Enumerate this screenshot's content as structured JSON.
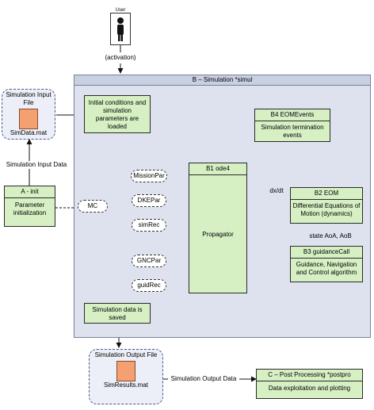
{
  "user": {
    "label": "User",
    "activation": "(activation)"
  },
  "simulation": {
    "title": "B – Simulation *simul"
  },
  "input_file": {
    "title": "Simulation Input File",
    "filename": "SimData.mat"
  },
  "input_data_label": "Simulation Input Data",
  "init_box": {
    "title": "A - init",
    "body": "Parameter initialization"
  },
  "loaded_box": {
    "text": "Initial conditions and simulation parameters are loaded"
  },
  "b4": {
    "title": "B4 EOMEvents",
    "body": "Simulation termination events"
  },
  "b1": {
    "title": "B1 ode4",
    "body": "Propagator"
  },
  "b2": {
    "title": "B2 EOM",
    "body": "Differential Equations of Motion (dynamics)"
  },
  "b3": {
    "title": "B3 guidanceCall",
    "body": "Guidance, Navigation and Control algorithm"
  },
  "edge_labels": {
    "dxdt": "dx/dt",
    "state": "state AoA, AoB"
  },
  "params": {
    "mission": "MissionPar",
    "dke": "DKEPar",
    "mc": "MC",
    "simrec": "simRec",
    "gnc": "GNCPar",
    "guidrec": "guidRec"
  },
  "saved_box": {
    "text": "Simulation data is saved"
  },
  "output_file": {
    "title": "Simulation Output File",
    "filename": "SimResults.mat"
  },
  "output_data_label": "Simulation Output Data",
  "post": {
    "title": "C – Post Processing *postpro",
    "body": "Data exploitation and plotting"
  }
}
